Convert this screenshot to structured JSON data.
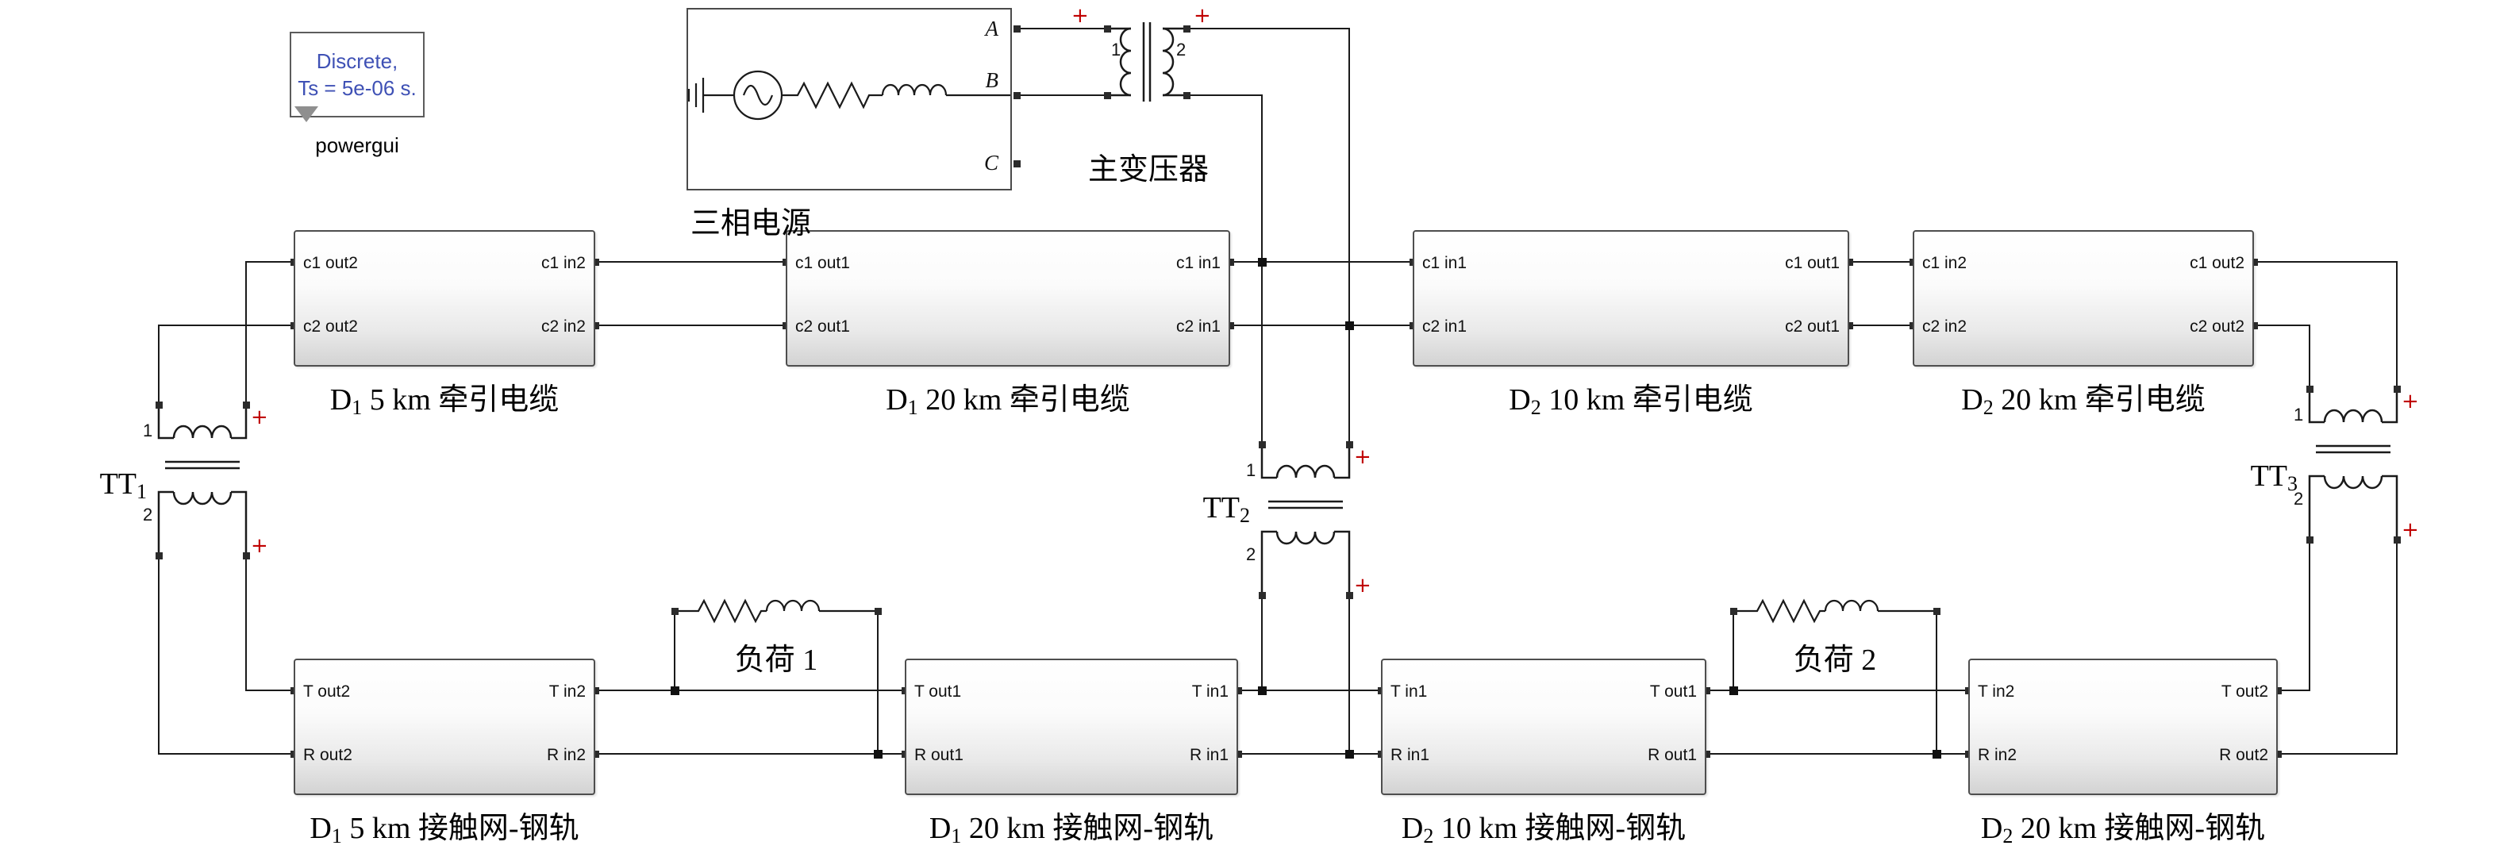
{
  "diagram": {
    "background": "#ffffff",
    "wire_color": "#1a1a1a",
    "polarity_color": "#c00000",
    "block_border_color": "#4e4e4e"
  },
  "powergui": {
    "line1": "Discrete,",
    "line2": "Ts = 5e-06 s.",
    "caption": "powergui",
    "text_color": "#3f51b5"
  },
  "source": {
    "caption": "三相电源",
    "terminal_a": "A",
    "terminal_b": "B",
    "terminal_c": "C"
  },
  "main_transformer": {
    "caption": "主变压器",
    "winding1": "1",
    "winding2": "2",
    "polarity": "+"
  },
  "tt_transformers": [
    {
      "name": "TT",
      "sub": "1",
      "winding1": "1",
      "winding2": "2",
      "polarity": "+"
    },
    {
      "name": "TT",
      "sub": "2",
      "winding1": "1",
      "winding2": "2",
      "polarity": "+"
    },
    {
      "name": "TT",
      "sub": "3",
      "winding1": "1",
      "winding2": "2",
      "polarity": "+"
    }
  ],
  "cable_blocks": [
    {
      "caption_main": "D",
      "caption_sub": "1",
      "caption_rest": " 5 km 牵引电缆",
      "ports": {
        "tl": "c1 out2",
        "bl": "c2 out2",
        "tr": "c1 in2",
        "br": "c2 in2"
      }
    },
    {
      "caption_main": "D",
      "caption_sub": "1",
      "caption_rest": " 20 km 牵引电缆",
      "ports": {
        "tl": "c1 out1",
        "bl": "c2 out1",
        "tr": "c1 in1",
        "br": "c2 in1"
      }
    },
    {
      "caption_main": "D",
      "caption_sub": "2",
      "caption_rest": " 10 km 牵引电缆",
      "ports": {
        "tl": "c1 in1",
        "bl": "c2 in1",
        "tr": "c1 out1",
        "br": "c2 out1"
      }
    },
    {
      "caption_main": "D",
      "caption_sub": "2",
      "caption_rest": " 20 km 牵引电缆",
      "ports": {
        "tl": "c1 in2",
        "bl": "c2 in2",
        "tr": "c1 out2",
        "br": "c2 out2"
      }
    }
  ],
  "rail_blocks": [
    {
      "caption_main": "D",
      "caption_sub": "1",
      "caption_rest": " 5 km 接触网-钢轨",
      "ports": {
        "tl": "T out2",
        "bl": "R out2",
        "tr": "T in2",
        "br": "R in2"
      }
    },
    {
      "caption_main": "D",
      "caption_sub": "1",
      "caption_rest": " 20 km 接触网-钢轨",
      "ports": {
        "tl": "T out1",
        "bl": "R out1",
        "tr": "T in1",
        "br": "R in1"
      }
    },
    {
      "caption_main": "D",
      "caption_sub": "2",
      "caption_rest": " 10 km 接触网-钢轨",
      "ports": {
        "tl": "T in1",
        "bl": "R in1",
        "tr": "T out1",
        "br": "R out1"
      }
    },
    {
      "caption_main": "D",
      "caption_sub": "2",
      "caption_rest": " 20 km 接触网-钢轨",
      "ports": {
        "tl": "T in2",
        "bl": "R in2",
        "tr": "T out2",
        "br": "R out2"
      }
    }
  ],
  "loads": [
    {
      "label": "负荷 1"
    },
    {
      "label": "负荷 2"
    }
  ]
}
